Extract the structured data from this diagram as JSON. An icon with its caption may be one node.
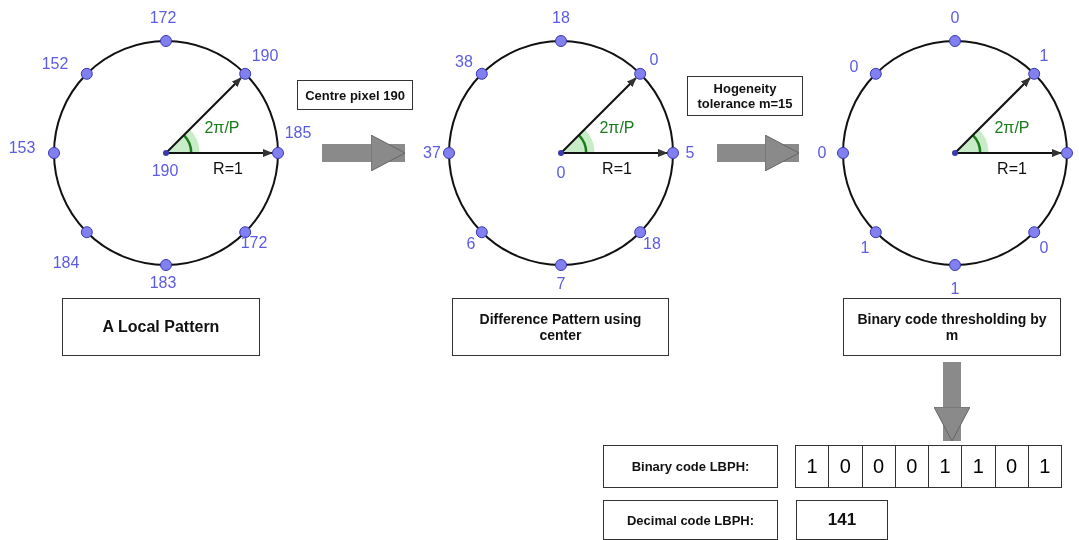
{
  "diagram": {
    "nodes": [
      {
        "text": [
          "2π/P",
          "190",
          "R=1"
        ],
        "beside": [
          "172",
          "152",
          "190",
          "153",
          "185",
          "184",
          "172",
          "183"
        ]
      },
      {
        "text": [
          "A Local Pattern"
        ]
      },
      {
        "text": [
          "Centre pixel 190"
        ]
      },
      {
        "text": [
          "2π/P",
          "0",
          "R=1"
        ],
        "beside": [
          "18",
          "38",
          "0",
          "37",
          "5",
          "6",
          "18",
          "7"
        ]
      },
      {
        "text": [
          "Difference Pattern using center"
        ]
      },
      {
        "text": [
          "Hogeneity tolerance m=15"
        ]
      },
      {
        "text": [
          "2π/P",
          "R=1"
        ],
        "beside": [
          "0",
          "0",
          "1",
          "0",
          "1",
          "0",
          "1"
        ]
      },
      {
        "text": [
          "Binary code thresholding by m"
        ]
      },
      {
        "text": [
          "Binary code LBPH:"
        ]
      },
      {
        "text": [
          "1",
          "0",
          "0",
          "0",
          "1",
          "1",
          "0",
          "1"
        ]
      },
      {
        "text": [
          "Decimal code LBPH:"
        ]
      },
      {
        "text": [
          "141"
        ]
      }
    ],
    "edges": [
      {
        "from": 0,
        "to": 3,
        "arrow": "to"
      },
      {
        "from": 3,
        "to": 6,
        "arrow": "to"
      },
      {
        "from": 7,
        "to": 9,
        "arrow": "to"
      }
    ]
  }
}
